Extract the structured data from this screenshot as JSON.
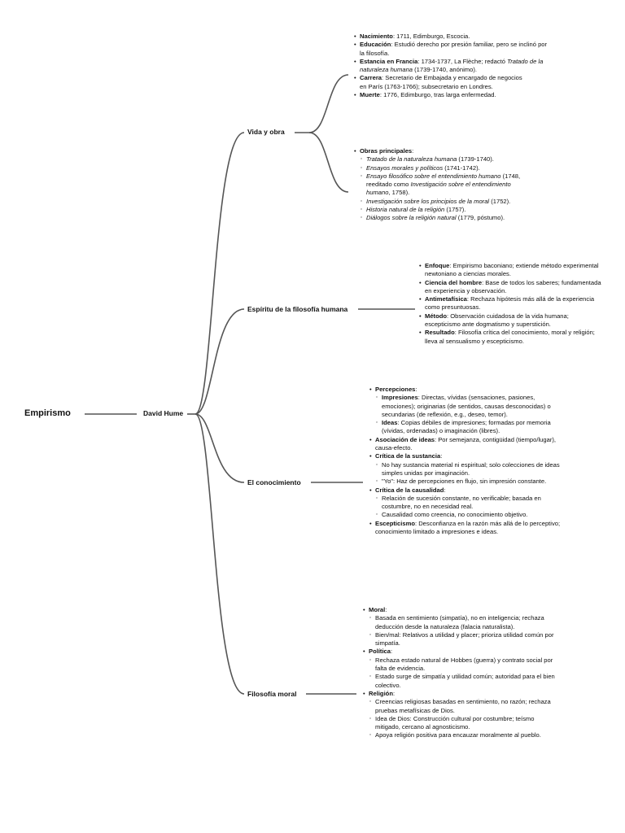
{
  "root": "Empirismo",
  "center": "David Hume",
  "branches": {
    "vida": {
      "label": "Vida y obra",
      "block1": [
        {
          "bold": "Nacimiento",
          "text": ": 1711, Edimburgo, Escocia."
        },
        {
          "bold": "Educación",
          "text": ": Estudió derecho por presión familiar, pero se inclinó por la filosofía."
        },
        {
          "bold": "Estancia en Francia",
          "text": ": 1734-1737, La Flèche; redactó",
          "italic": "Tratado de la naturaleza humana",
          "tail": " (1739-1740, anónimo)."
        },
        {
          "bold": "Carrera",
          "text": ": Secretario de Embajada y encargado de negocios en París (1763-1766); subsecretario en Londres."
        },
        {
          "bold": "Muerte",
          "text": ": 1776, Edimburgo, tras larga enfermedad."
        }
      ],
      "block2": {
        "head_bold": "Obras principales",
        "head_text": ":",
        "items": [
          {
            "italic": "Tratado de la naturaleza humana",
            "text": " (1739-1740)."
          },
          {
            "italic": "Ensayos morales y políticos",
            "text": " (1741-1742)."
          },
          {
            "italic": "Ensayo filosófico sobre el entendimiento humano",
            "text": " (1748, reeditado como ",
            "italic2": "Investigación sobre el entendimiento humano",
            "tail": ", 1758)."
          },
          {
            "italic": "Investigación sobre los principios de la moral",
            "text": " (1752)."
          },
          {
            "italic": "Historia natural de la religión",
            "text": " (1757)."
          },
          {
            "italic": "Diálogos sobre la religión natural",
            "text": " (1779, póstumo)."
          }
        ]
      }
    },
    "espiritu": {
      "label": "Espíritu de la filosofía humana",
      "items": [
        {
          "bold": "Enfoque",
          "text": ": Empirismo baconiano; extiende método experimental newtoniano a ciencias morales."
        },
        {
          "bold": "Ciencia del hombre",
          "text": ": Base de todos los saberes; fundamentada en experiencia y observación."
        },
        {
          "bold": "Antimetafísica",
          "text": ": Rechaza hipótesis más allá de la experiencia como presuntuosas."
        },
        {
          "bold": "Método",
          "text": ": Observación cuidadosa de la vida humana; escepticismo ante dogmatismo y superstición."
        },
        {
          "bold": "Resultado",
          "text": ": Filosofía crítica del conocimiento, moral y religión; lleva al sensualismo y escepticismo."
        }
      ]
    },
    "conocimiento": {
      "label": "El conocimiento",
      "percepciones": {
        "bold": "Percepciones",
        "text": ":",
        "impresiones": {
          "bold": "Impresiones",
          "text": ": Directas, vívidas (sensaciones, pasiones, emociones); originarias (de sentidos, causas desconocidas) o secundarias (de reflexión, e.g., deseo, temor)."
        },
        "ideas": {
          "bold": "Ideas",
          "text": ": Copias débiles de impresiones; formadas por memoria (vívidas, ordenadas) o imaginación (libres)."
        }
      },
      "asociacion": {
        "bold": "Asociación de ideas",
        "text": ": Por semejanza, contigüidad (tiempo/lugar), causa-efecto."
      },
      "sustancia": {
        "bold": "Crítica de la sustancia",
        "text": ":",
        "items": [
          "No hay sustancia material ni espiritual; solo colecciones de ideas simples unidas por imaginación.",
          "\"Yo\": Haz de percepciones en flujo, sin impresión constante."
        ]
      },
      "causalidad": {
        "bold": "Crítica de la causalidad",
        "text": ":",
        "items": [
          "Relación de sucesión constante, no verificable; basada en costumbre, no en necesidad real.",
          "Causalidad como creencia, no conocimiento objetivo."
        ]
      },
      "escepticismo": {
        "bold": "Escepticismo",
        "text": ": Desconfianza en la razón más allá de lo perceptivo; conocimiento limitado a impresiones e ideas."
      }
    },
    "moral": {
      "label": "Filosofía moral",
      "moral": {
        "bold": "Moral",
        "text": ":",
        "items": [
          "Basada en sentimiento (simpatía), no en inteligencia; rechaza deducción desde la naturaleza (falacia naturalista).",
          "Bien/mal: Relativos a utilidad y placer; prioriza utilidad común por simpatía."
        ]
      },
      "politica": {
        "bold": "Política",
        "text": ":",
        "items": [
          "Rechaza estado natural de Hobbes (guerra) y contrato social por falta de evidencia.",
          "Estado surge de simpatía y utilidad común; autoridad para el bien colectivo."
        ]
      },
      "religion": {
        "bold": "Religión",
        "text": ":",
        "items": [
          "Creencias religiosas basadas en sentimiento, no razón; rechaza pruebas metafísicas de Dios.",
          "Idea de Dios: Construcción cultural por costumbre; teísmo mitigado, cercano al agnosticismo.",
          "Apoya religión positiva para encauzar moralmente al pueblo."
        ]
      }
    }
  }
}
